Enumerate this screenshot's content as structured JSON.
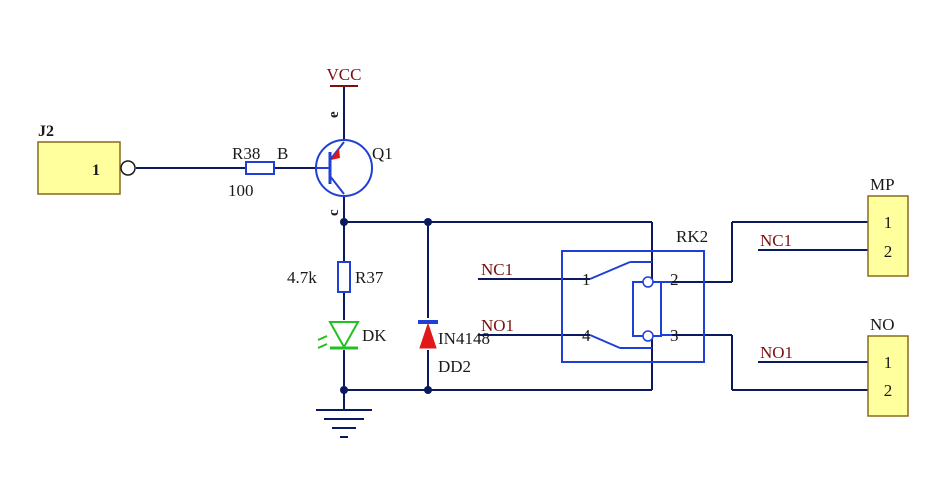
{
  "connector_j2": {
    "designator": "J2",
    "pin": "1"
  },
  "resistor_r38": {
    "designator": "R38",
    "value": "100"
  },
  "label_base": "B",
  "transistor_q1": {
    "designator": "Q1",
    "pin_e": "e",
    "pin_c": "c"
  },
  "power_vcc": "VCC",
  "resistor_r37": {
    "designator": "R37",
    "value": "4.7k"
  },
  "led_dk": {
    "designator": "DK"
  },
  "diode_dd2": {
    "designator": "DD2",
    "value": "IN4148"
  },
  "relay_rk2": {
    "designator": "RK2",
    "pin1": "1",
    "pin2": "2",
    "pin3": "3",
    "pin4": "4"
  },
  "net_labels": {
    "nc1_left": "NC1",
    "no1_left": "NO1",
    "nc1_right": "NC1",
    "no1_right": "NO1"
  },
  "connector_mp": {
    "designator": "MP",
    "pin1": "1",
    "pin2": "2"
  },
  "connector_no": {
    "designator": "NO",
    "pin1": "1",
    "pin2": "2"
  },
  "colors": {
    "wire": "#0b1a5e",
    "designator": "#1a1a1a",
    "net_label": "#7a1010",
    "component": "#1f3fd6",
    "connector_fill": "#ffff9e",
    "connector_border": "#8a6a1a",
    "led": "#22c022",
    "diode": "#e01818",
    "junction": "#0b1a5e"
  }
}
